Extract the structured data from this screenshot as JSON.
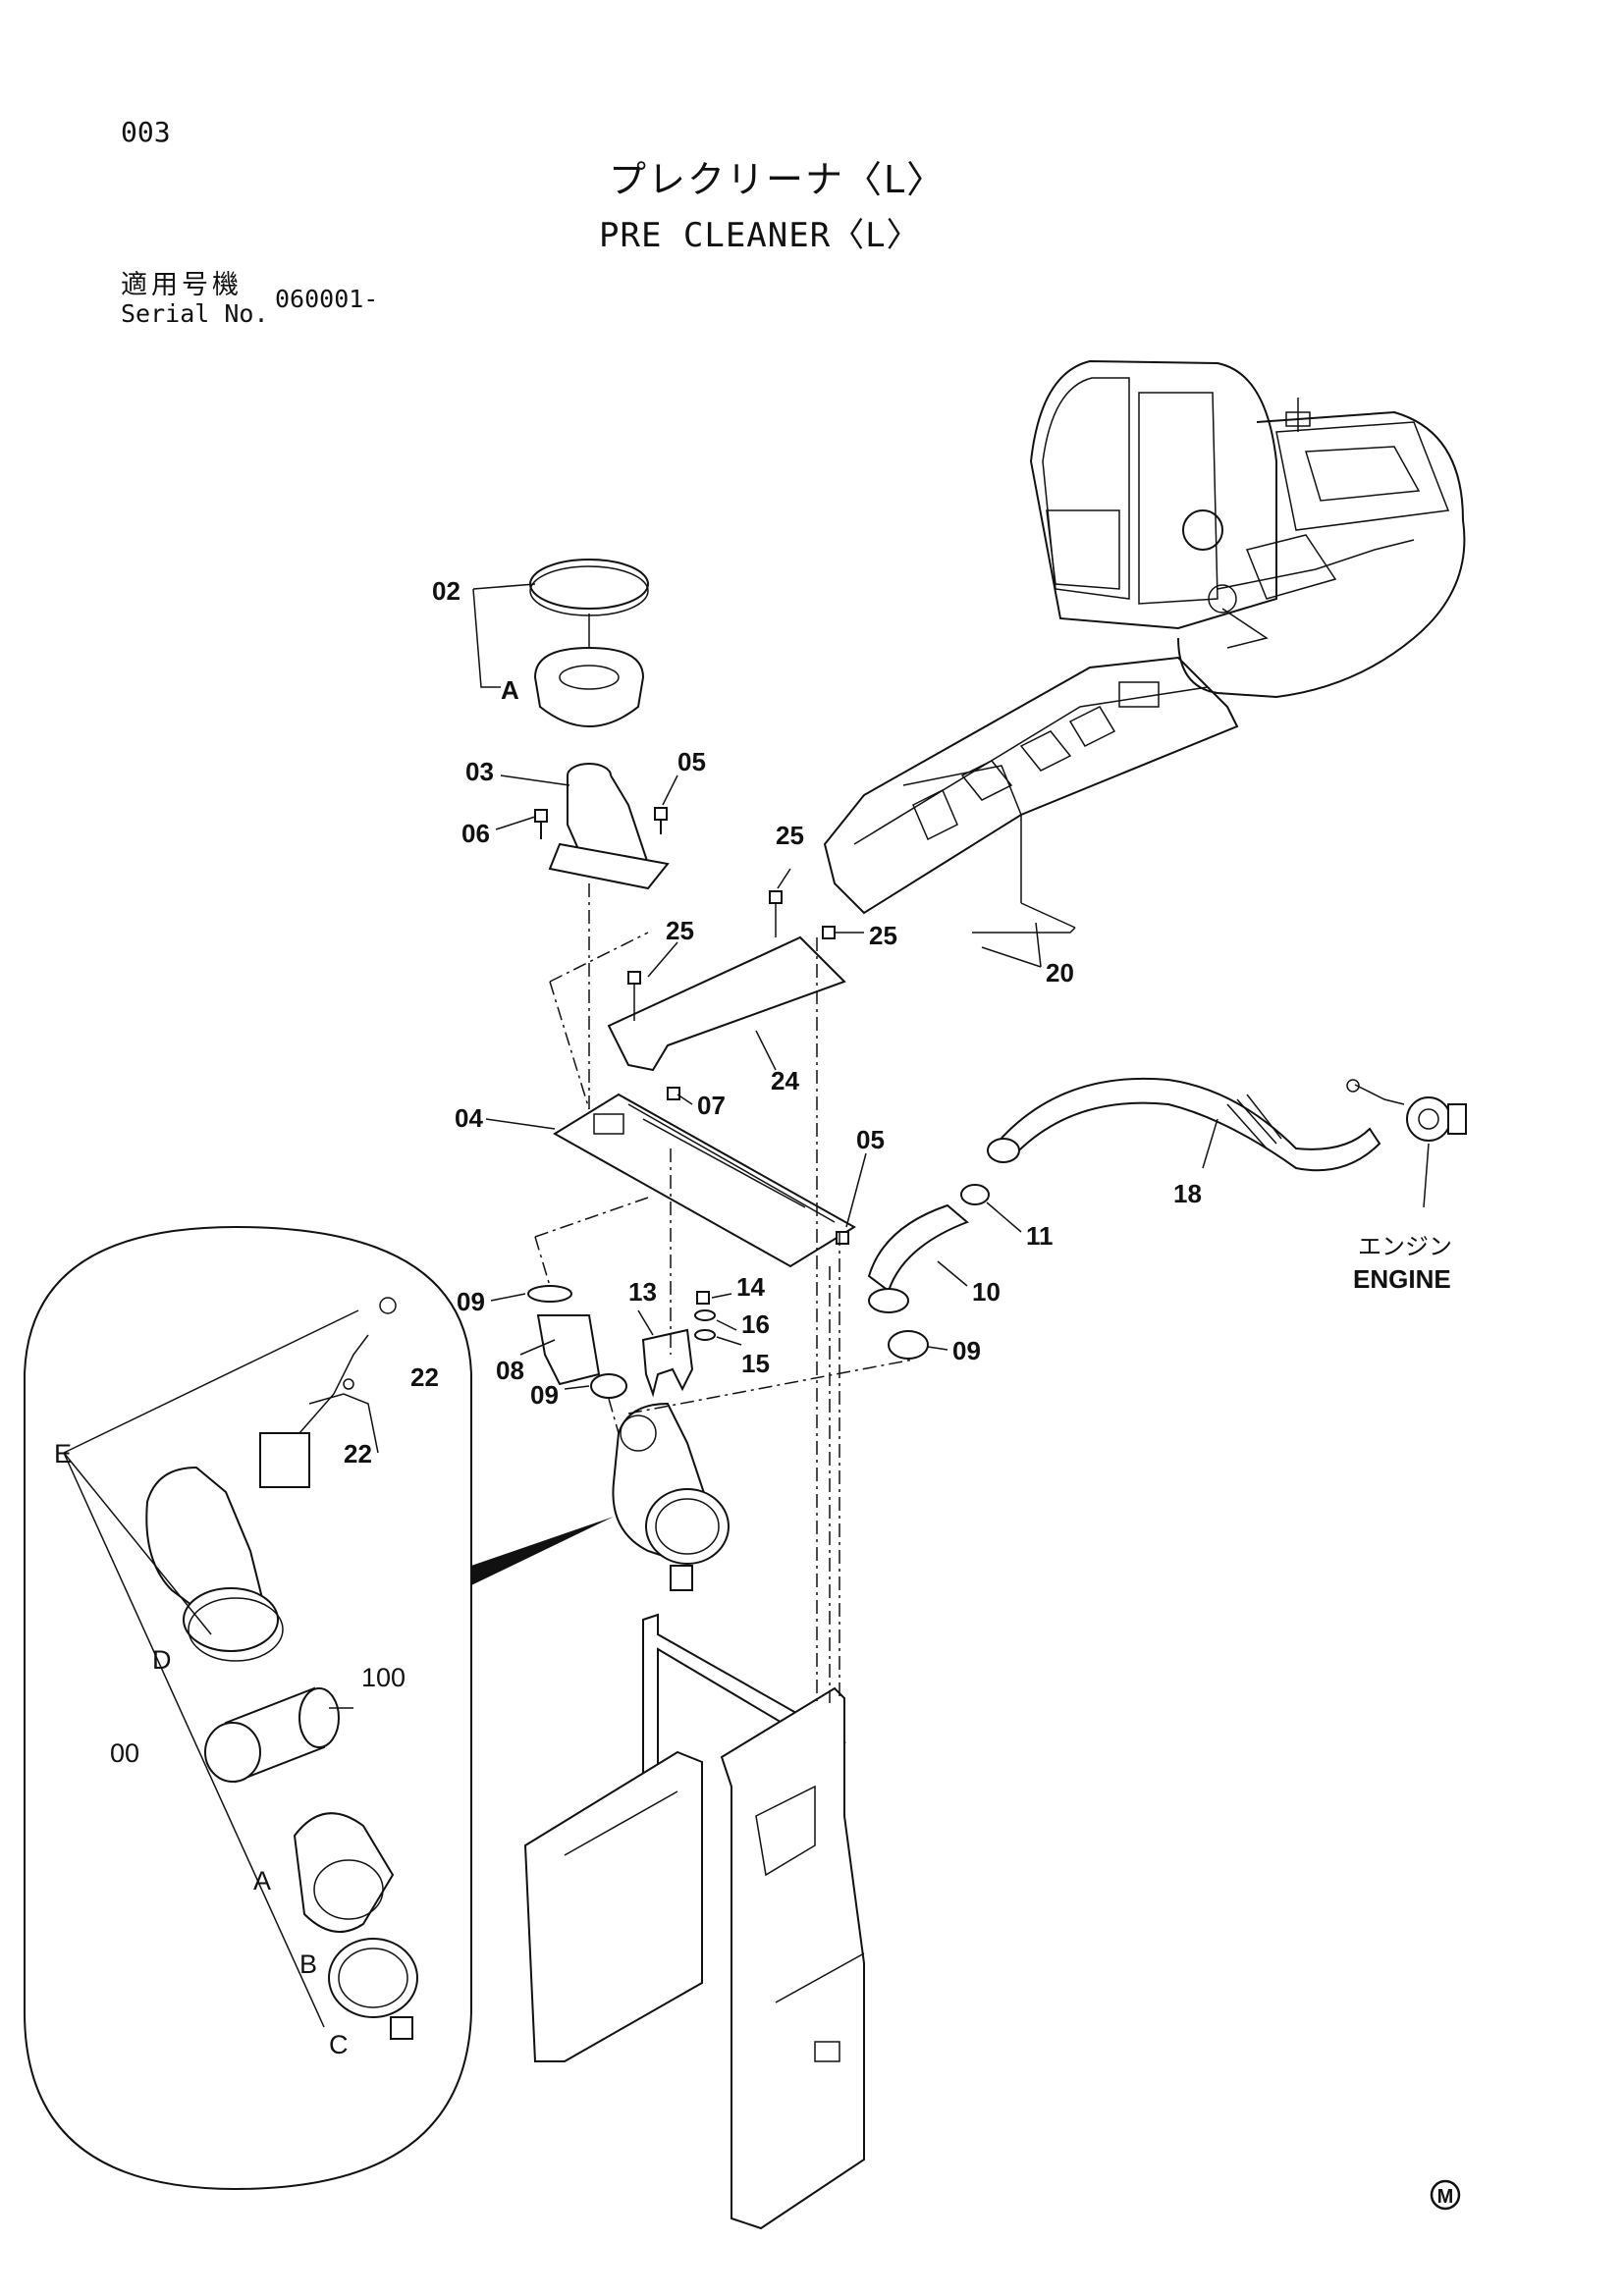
{
  "header": {
    "page_number": "003",
    "title_jp": "プレクリーナ〈L〉",
    "title_en": "PRE CLEANER〈L〉",
    "serial_label_jp": "適用号機",
    "serial_label_en": "Serial No.",
    "serial_value": "060001-"
  },
  "callouts": {
    "c02": "02",
    "cA_top": "A",
    "c03": "03",
    "c05_top": "05",
    "c06": "06",
    "c25_a": "25",
    "c25_b": "25",
    "c25_c": "25",
    "c24": "24",
    "c20": "20",
    "c04": "04",
    "c07": "07",
    "c05_mid": "05",
    "c18": "18",
    "c11": "11",
    "c10": "10",
    "c09_right": "09",
    "c09_left": "09",
    "c09_low": "09",
    "c08": "08",
    "c13": "13",
    "c14": "14",
    "c16": "16",
    "c15": "15",
    "c22_a": "22",
    "c22_b": "22",
    "cE": "E",
    "cD": "D",
    "c100": "100",
    "c00": "00",
    "cA_inset": "A",
    "cB": "B",
    "cC": "C"
  },
  "engine_label": {
    "jp": "エンジン",
    "en": "ENGINE"
  },
  "mark": "M"
}
